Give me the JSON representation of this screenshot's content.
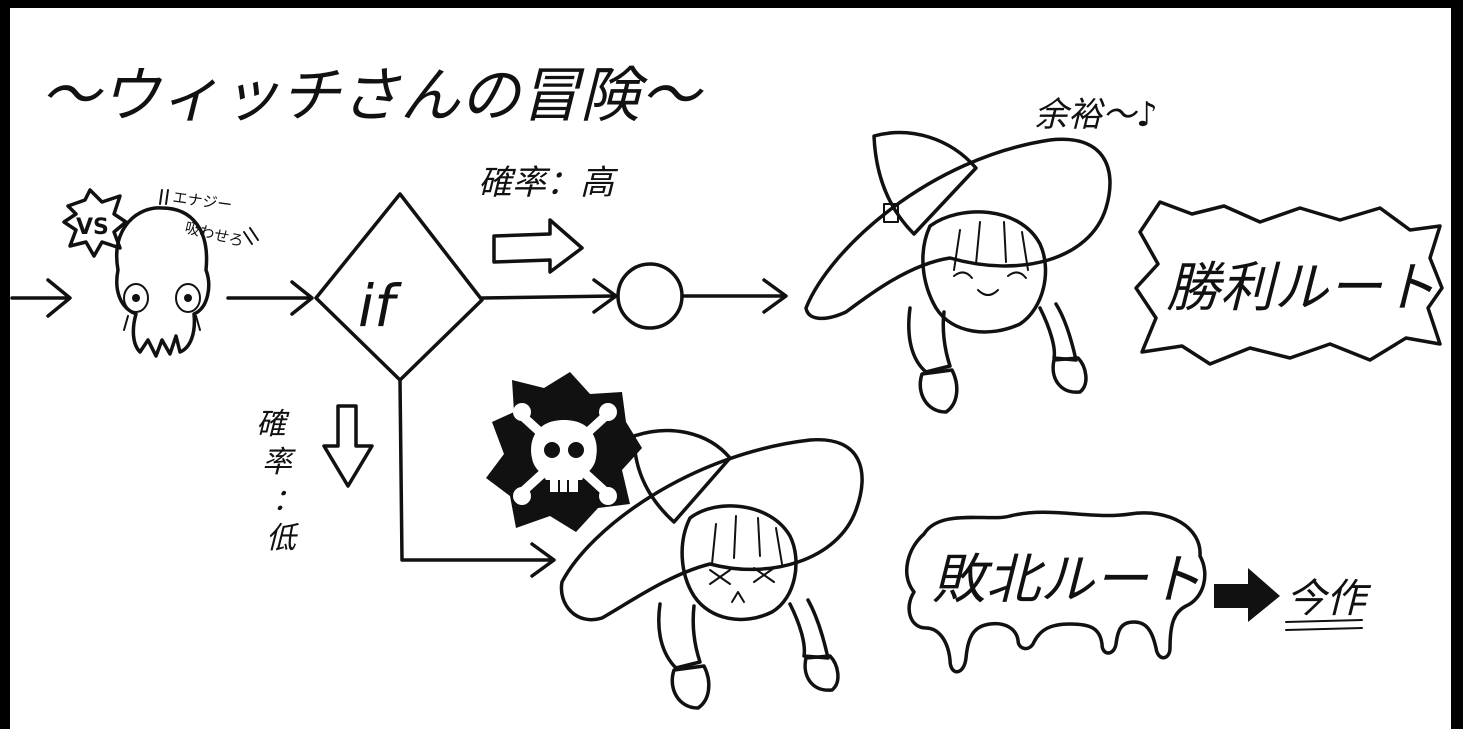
{
  "title": "～ウィッチさんの冒険～",
  "enemy": {
    "vs_label": "VS",
    "speech_line1": "エナジー",
    "speech_line2": "吸わせろ"
  },
  "decision": {
    "label": "if"
  },
  "high_branch": {
    "label": "確率：高"
  },
  "low_branch": {
    "label_chars": [
      "確",
      "率",
      "：",
      "低"
    ]
  },
  "win": {
    "reaction": "余裕～♪",
    "route": "勝利ルート"
  },
  "lose": {
    "route": "敗北ルート",
    "next": "今作"
  }
}
